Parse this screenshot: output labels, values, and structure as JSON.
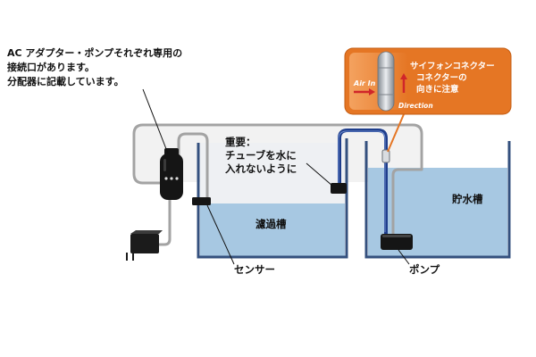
{
  "note": {
    "lines": [
      "AC アダプター・ポンプそれぞれ専用の",
      "接続口があります。",
      "分配器に記載しています。"
    ]
  },
  "callout": {
    "air_in": "Air In",
    "direction": "Direction",
    "lines": [
      "サイフォンコネクター",
      "コネクターの",
      "向きに注意"
    ]
  },
  "warning": {
    "lines": [
      "重要：",
      "チューブを水に",
      "入れないように"
    ]
  },
  "tanks": {
    "filter": "濾過槽",
    "reservoir": "貯水槽"
  },
  "labels": {
    "sensor": "センサー",
    "pump": "ポンプ"
  },
  "colors": {
    "tank_outline": "#34507e",
    "water": "#a7c8e2",
    "siphon_tube": "#1f3e8c",
    "cable": "#a3a3a3",
    "callout": "#e57624",
    "device": "#151515"
  }
}
